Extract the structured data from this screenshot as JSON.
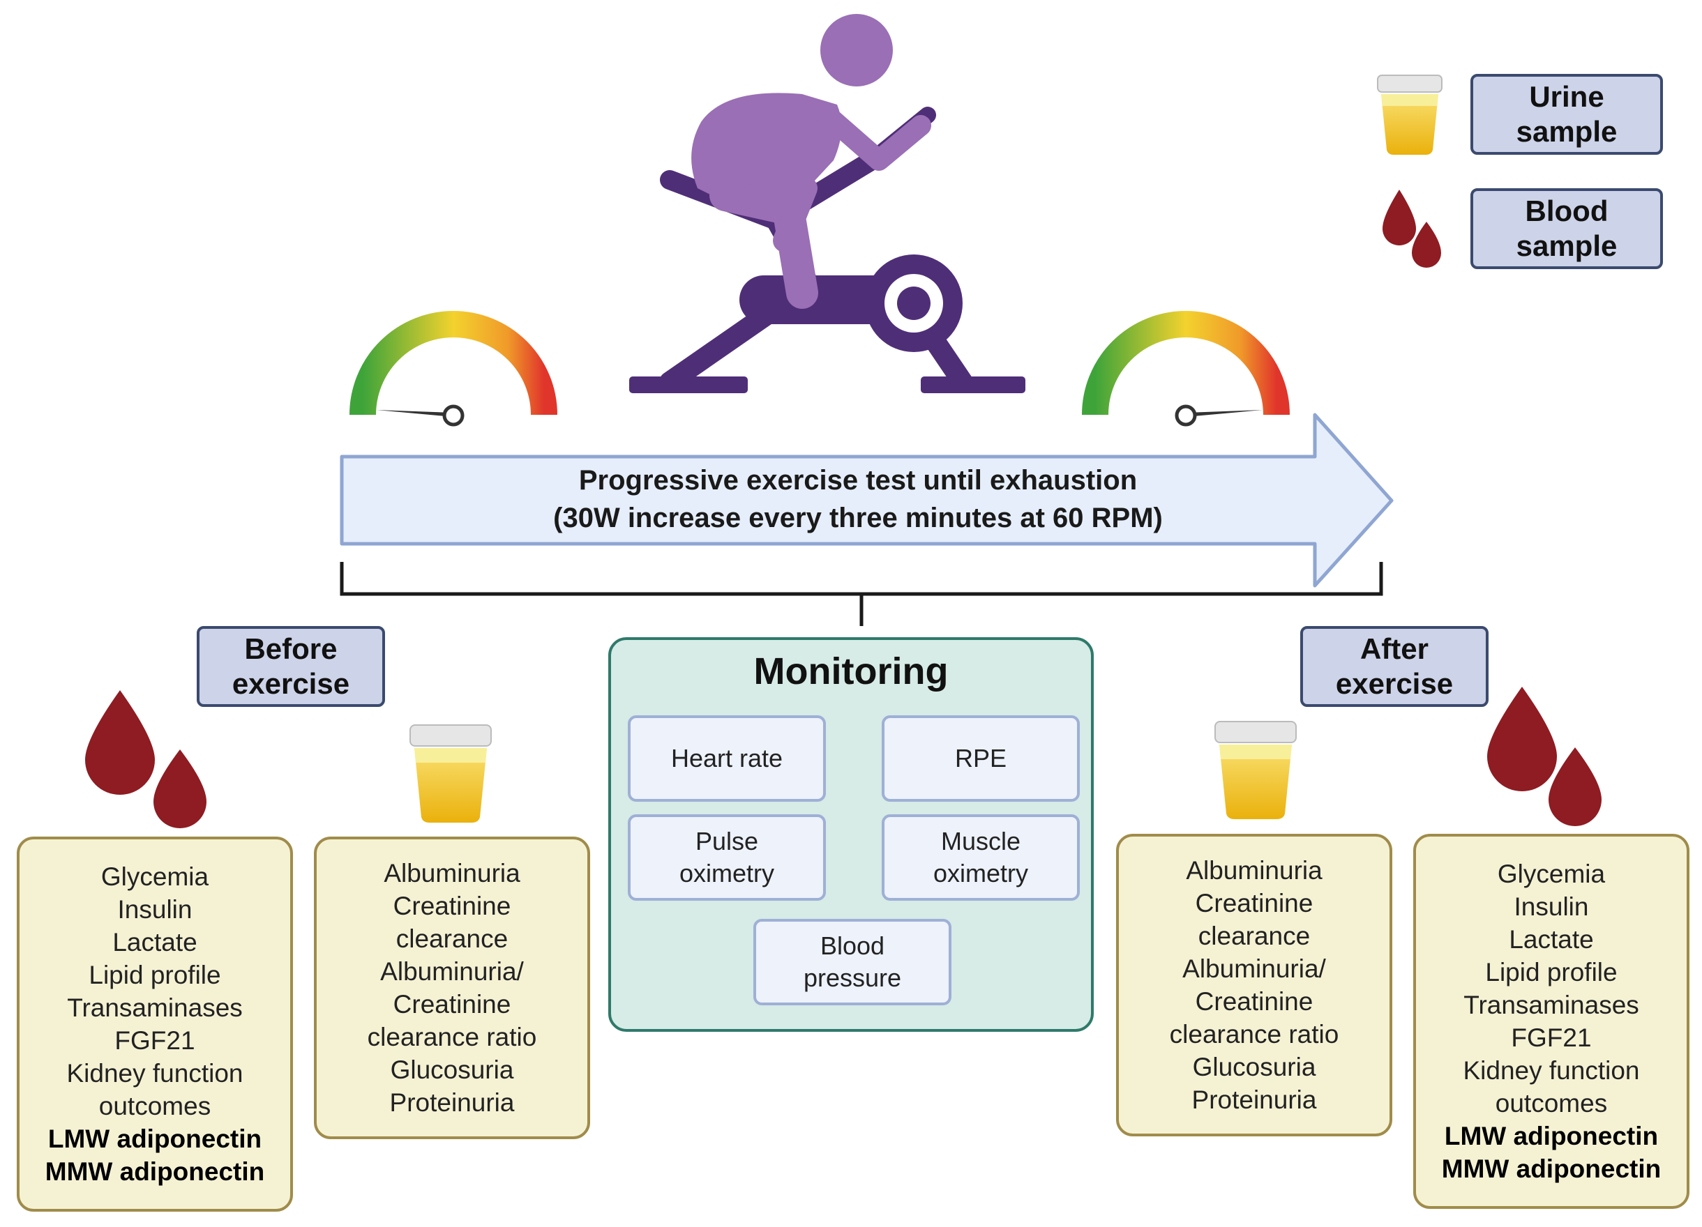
{
  "legend": {
    "urine_label": "Urine sample",
    "blood_label": "Blood sample"
  },
  "arrow": {
    "line1": "Progressive exercise test until exhaustion",
    "line2": "(30W increase every three minutes at 60 RPM)"
  },
  "phases": {
    "before": "Before exercise",
    "after": "After exercise"
  },
  "monitoring": {
    "title": "Monitoring",
    "heart_rate": "Heart rate",
    "rpe": "RPE",
    "pulse_oximetry": "Pulse oximetry",
    "muscle_oximetry": "Muscle oximetry",
    "blood_pressure": "Blood pressure"
  },
  "blood_tests": {
    "items": [
      "Glycemia",
      "Insulin",
      "Lactate",
      "Lipid profile",
      "Transaminases",
      "FGF21",
      "Kidney function",
      "outcomes"
    ],
    "bold_items": [
      "LMW adiponectin",
      "MMW adiponectin"
    ]
  },
  "urine_tests": {
    "items": [
      "Albuminuria",
      "Creatinine",
      "clearance",
      "Albuminuria/",
      "Creatinine",
      "clearance ratio",
      "Glucosuria",
      "Proteinuria"
    ]
  },
  "colors": {
    "cyclist": "#9a6fb5",
    "bike": "#4f2e78",
    "arrow_fill": "#e6eefb",
    "arrow_stroke": "#8fa6d2",
    "blood": "#8e1c22",
    "urine": "#f3c01a",
    "monitor_fill": "#d7ebe7",
    "list_fill": "#f5f2d4"
  }
}
